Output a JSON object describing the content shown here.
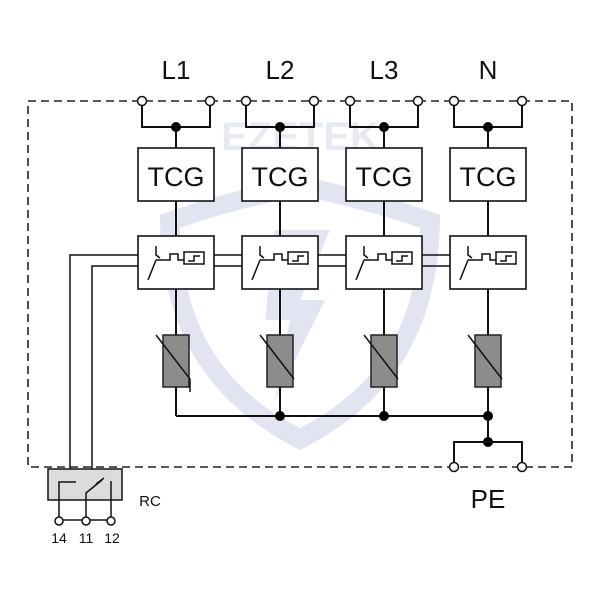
{
  "diagram": {
    "title": "Surge protective device wiring schematic",
    "watermark": "EZETEK",
    "phases": [
      {
        "label": "L1",
        "module": "TCG"
      },
      {
        "label": "L2",
        "module": "TCG"
      },
      {
        "label": "L3",
        "module": "TCG"
      },
      {
        "label": "N",
        "module": "TCG"
      }
    ],
    "earth_label": "PE",
    "remote_contact": {
      "label": "RC",
      "terminals": [
        "14",
        "11",
        "12"
      ]
    },
    "colors": {
      "line": "#111111",
      "varistor_fill": "#8c8c8c",
      "rc_fill": "#dcdcdc",
      "watermark": "#dde0ef"
    }
  }
}
